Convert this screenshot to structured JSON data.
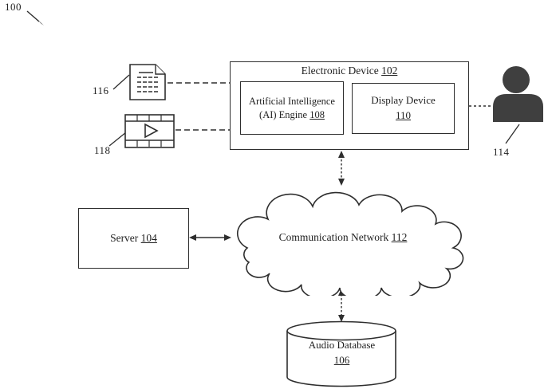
{
  "figure": {
    "ref": "100"
  },
  "devices": {
    "electronic_device": {
      "label": "Electronic Device",
      "ref": "102"
    },
    "ai_engine": {
      "label": "Artificial Intelligence (AI) Engine",
      "ref": "108"
    },
    "display_device": {
      "label": "Display Device",
      "ref": "110"
    },
    "server": {
      "label": "Server",
      "ref": "104"
    },
    "network": {
      "label": "Communication Network",
      "ref": "112"
    },
    "audio_database": {
      "label": "Audio Database",
      "ref": "106"
    }
  },
  "annotations": {
    "document": {
      "ref": "116"
    },
    "video": {
      "ref": "118"
    },
    "user": {
      "ref": "114"
    }
  },
  "icons": {
    "document": "document-page-icon",
    "video": "film-frame-play-icon",
    "user": "person-silhouette-icon",
    "network": "cloud-shape",
    "audio_database": "database-cylinder-icon"
  },
  "colors": {
    "ink": "#2e2e2e",
    "person_fill": "#3f3f3f",
    "background": "#ffffff"
  }
}
